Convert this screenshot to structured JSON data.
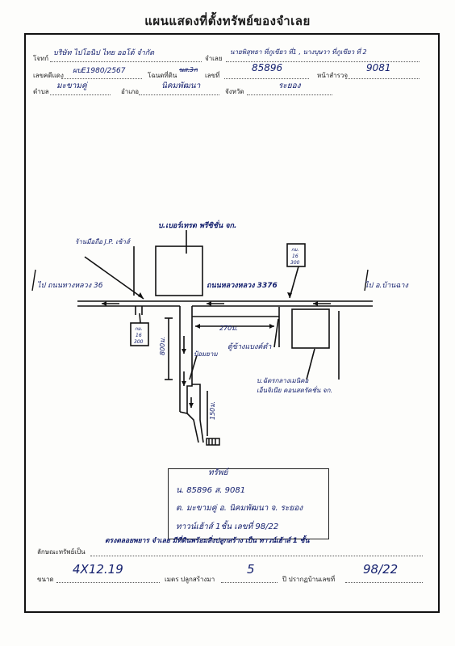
{
  "title": "แผนแสดงที่ตั้งทรัพย์ของจำเลย",
  "header": {
    "plaintiff_label": "โจทก์",
    "plaintiff_value": "บริษัท ไปโอนิป ไทย ออโต้ จำกัด",
    "defendant_label": "จำเลย",
    "defendant_value": "นายพิสุทธา ที่ภูเขียว ที่1 , นางบุษวา ที่ภูเขียว ที่ 2",
    "case_label": "เลขคดีแดง",
    "case_value": "ผบE1980/2567",
    "deed_label": "โฉนดที่ดิน",
    "deed_struck": "นส.3ก",
    "number_label": "เลขที่",
    "number_value": "85896",
    "survey_label": "หน้าสำรวจ",
    "survey_value": "9081",
    "subdistrict_label": "ตำบล",
    "subdistrict_value": "มะขามคู่",
    "district_label": "อำเภอ",
    "district_value": "นิคมพัฒนา",
    "province_label": "จังหวัด",
    "province_value": "ระยอง"
  },
  "map": {
    "company_top": "บ.เบอร์เทรด พรีซิชั่น จก.",
    "phone_shop": "ร้านมือถือ J.P. เซ้าส์",
    "to_left": "ไป ถนนทางหลวง 36",
    "highway": "ถนนหลวงหลวง 3376",
    "to_right": "ไป อ.บ้านฉาง",
    "km_top": [
      "กม.",
      "16",
      "300"
    ],
    "km_left": [
      "กม.",
      "16",
      "300"
    ],
    "dist_270": "270ม.",
    "dist_800": "800ม.",
    "dist_150": "150ม.",
    "atm": "ตู้ข้างแบงค์ตำ",
    "temple": "ป้อมยาม",
    "company_right_1": "บ.ฉัตรกลางเมนิคอ",
    "company_right_2": "เอ็นจิเนีย คอนสตรัคชั่น จก."
  },
  "property_box": {
    "heading": "ทรัพย์",
    "line1": "น. 85896 ส. 9081",
    "line2": "ต. มะขามคู่ อ. นิคมพัฒนา จ. ระยอง",
    "line3": "ทาวน์เฮ้าส์ 1ชั้น เลขที่ 98/22"
  },
  "footer": {
    "type_label": "ลักษณะทรัพย์เป็น",
    "type_value": "ตรงตลอยพยาร จำเลย มีที่ดินพร้อมสิ่งปลูกสร้าง เป็น ทาวน์เฮ้าส์ 1 ชั้น",
    "size_label": "ขนาด",
    "size_value": "4X12.19",
    "built_label": "เมตร ปลูกสร้างมา",
    "built_value": "5",
    "house_label": "ปี ปรากฏบ้านเลขที่",
    "house_value": "98/22"
  }
}
